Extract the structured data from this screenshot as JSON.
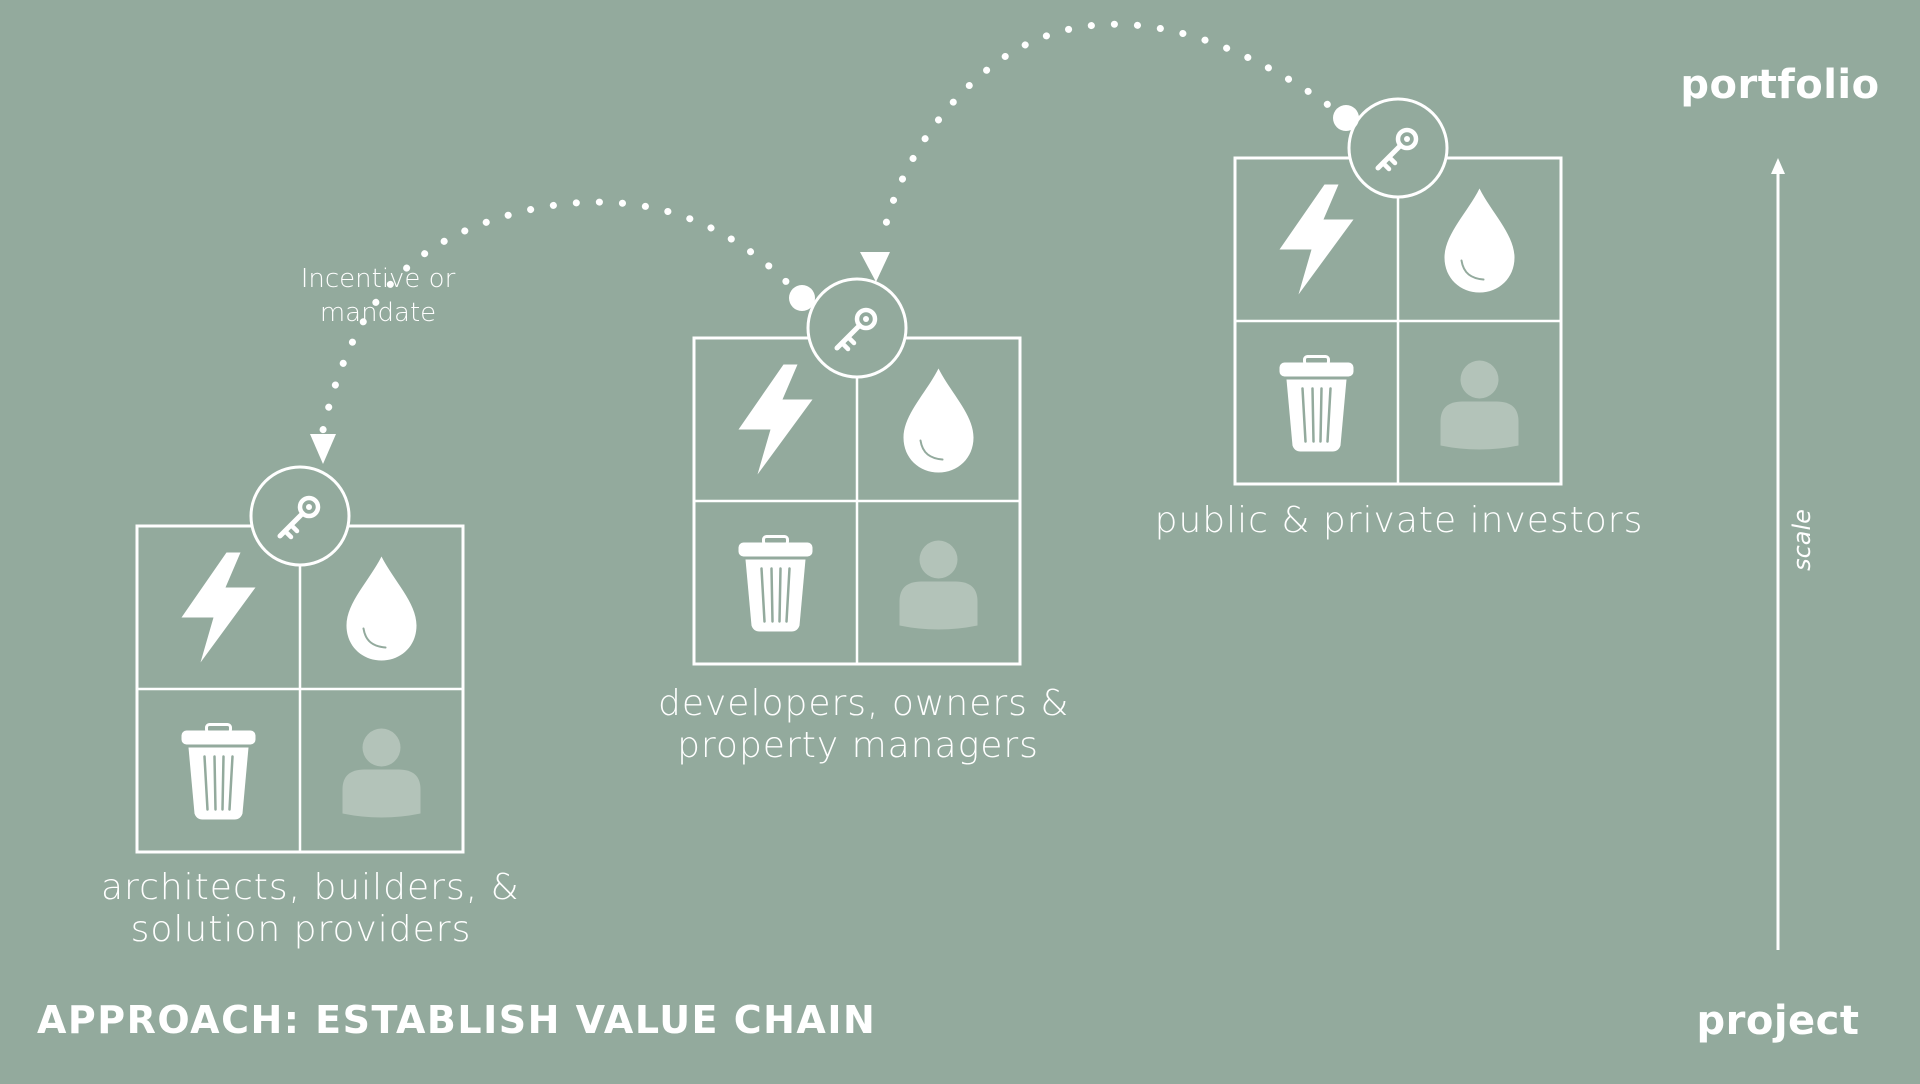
{
  "colors": {
    "background": "#93aa9d",
    "foreground": "#ffffff",
    "person": "#b3c3b9"
  },
  "diagram": {
    "title": "APPROACH: ESTABLISH VALUE CHAIN",
    "annotation": {
      "line1": "Incentive or",
      "line2": "mandate"
    },
    "axis": {
      "top": "portfolio",
      "bottom": "project",
      "label": "scale"
    },
    "groups": [
      {
        "line1": "architects, builders, &",
        "line2": "solution providers"
      },
      {
        "line1": "developers, owners &",
        "line2": "property managers"
      },
      {
        "line1": "public & private investors",
        "line2": ""
      }
    ],
    "icons": [
      "key-icon",
      "lightning-icon",
      "water-drop-icon",
      "trash-can-icon",
      "person-icon"
    ]
  }
}
